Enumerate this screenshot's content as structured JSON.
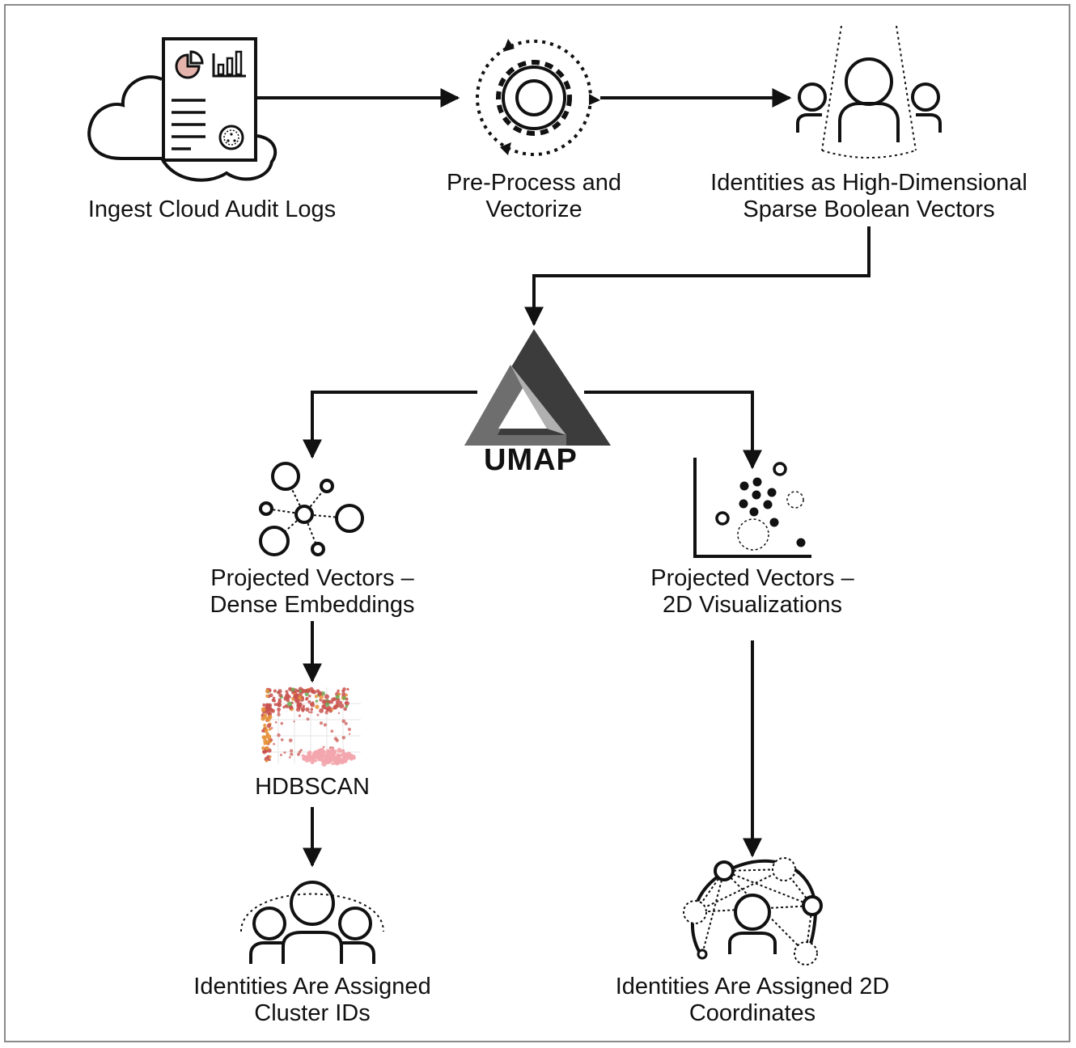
{
  "nodes": {
    "ingest": {
      "label": "Ingest Cloud Audit Logs",
      "icon": "cloud-document-icon"
    },
    "preprocess": {
      "line1": "Pre-Process and",
      "line2": "Vectorize",
      "icon": "gear-cycle-icon"
    },
    "identities": {
      "line1": "Identities as High-Dimensional",
      "line2": "Sparse Boolean Vectors",
      "icon": "people-spotlight-icon"
    },
    "umap": {
      "label": "UMAP",
      "icon": "umap-logo-icon"
    },
    "dense": {
      "line1": "Projected Vectors –",
      "line2": "Dense Embeddings",
      "icon": "network-nodes-icon"
    },
    "viz2d": {
      "line1": "Projected Vectors –",
      "line2": "2D Visualizations",
      "icon": "scatter-plot-icon"
    },
    "hdbscan": {
      "label": "HDBSCAN",
      "icon": "cluster-scatter-thumbnail"
    },
    "cluster_ids": {
      "line1": "Identities Are Assigned",
      "line2": "Cluster IDs",
      "icon": "group-dome-icon"
    },
    "coords_2d": {
      "line1": "Identities Are Assigned 2D",
      "line2": "Coordinates",
      "icon": "person-network-icon"
    }
  },
  "colors": {
    "ink": "#111111",
    "frame": "#8a8a8a",
    "umap_dark": "#3c3c3c",
    "umap_mid": "#6e6e6e",
    "umap_light": "#b0b0b0",
    "pie": "#e4b4ac",
    "cluster_red": "#c9524f",
    "cluster_pink": "#f3a6ad",
    "cluster_green": "#6aa84f",
    "cluster_orange": "#e69138"
  }
}
